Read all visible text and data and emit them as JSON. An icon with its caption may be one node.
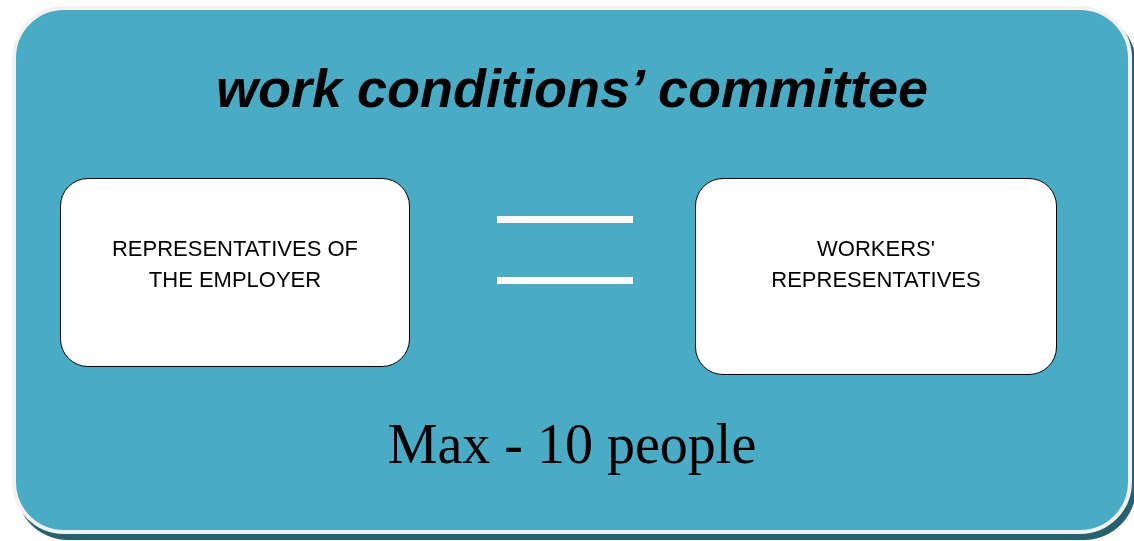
{
  "diagram": {
    "nodes": [
      {
        "text": [
          "work conditions’ committee",
          "Max - 10 people"
        ]
      },
      {
        "text": [
          "REPRESENTATIVES OF THE EMPLOYER"
        ],
        "in": 0
      },
      {
        "text": [
          "WORKERS' REPRESENTATIVES"
        ],
        "in": 0
      }
    ]
  }
}
